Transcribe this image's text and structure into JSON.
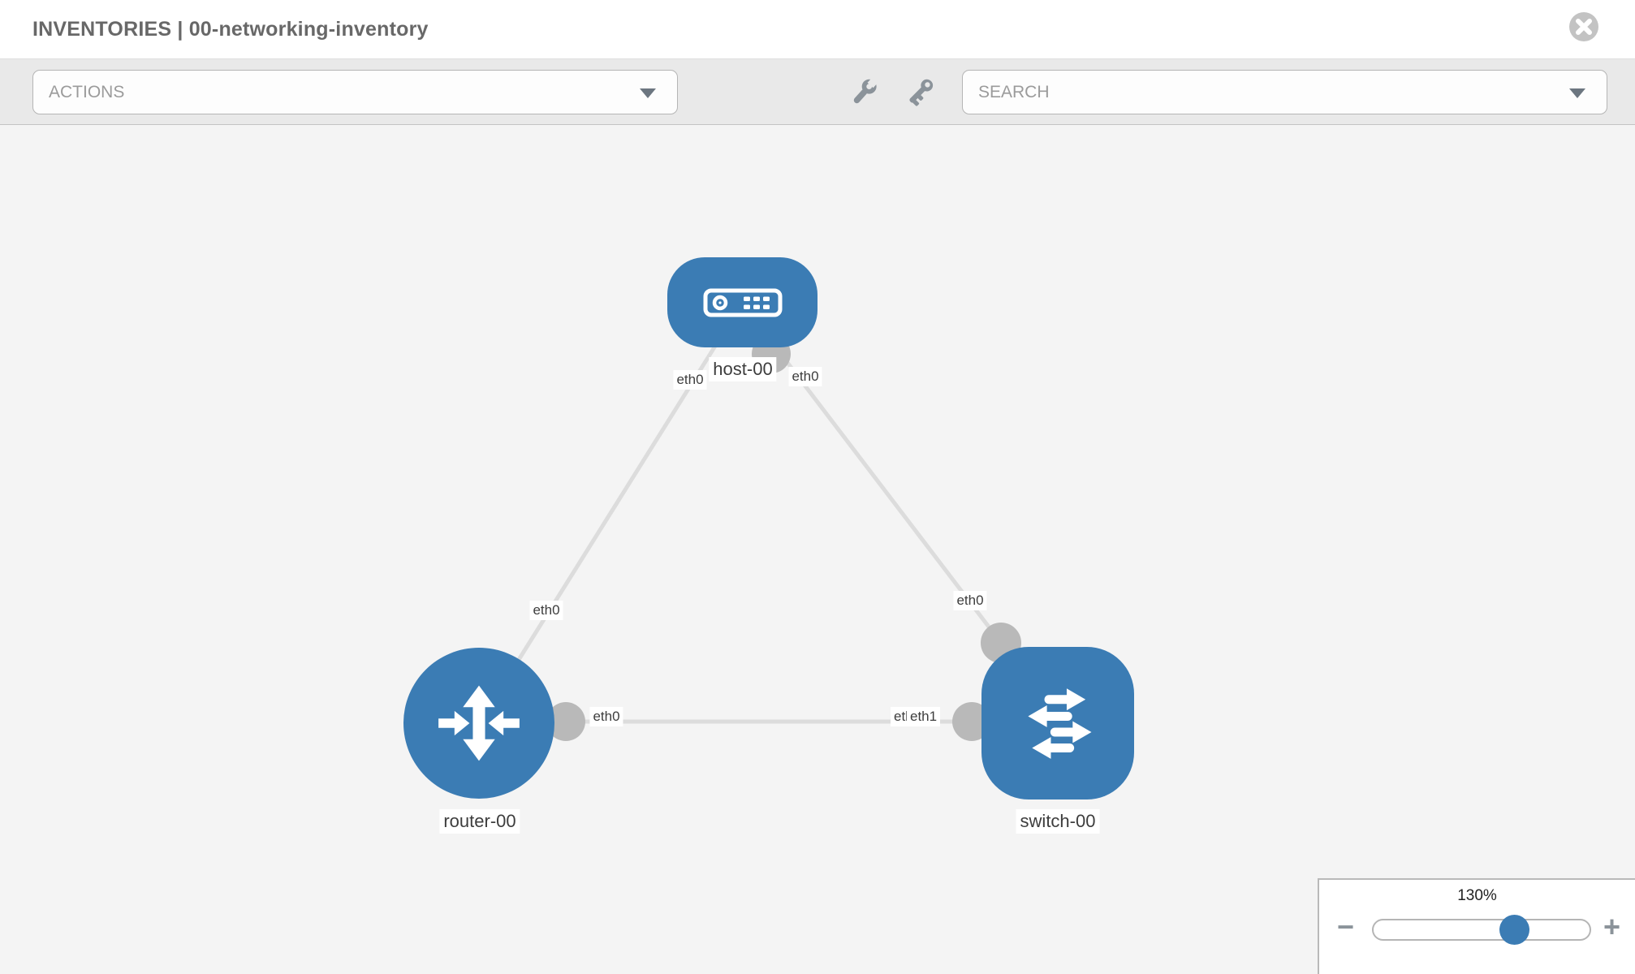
{
  "header": {
    "title": "INVENTORIES | 00-networking-inventory"
  },
  "toolbar": {
    "actions_dropdown": {
      "value": "ACTIONS"
    },
    "search_dropdown": {
      "placeholder": "SEARCH"
    },
    "icons": {
      "left": "wrench-icon",
      "right": "key-icon"
    }
  },
  "topology": {
    "nodes": [
      {
        "label": "host-00",
        "type": "host"
      },
      {
        "label": "router-00",
        "type": "router"
      },
      {
        "label": "switch-00",
        "type": "switch"
      }
    ],
    "links": [
      {
        "source": "host-00",
        "target": "router-00"
      },
      {
        "source": "host-00",
        "target": "switch-00"
      },
      {
        "source": "router-00",
        "target": "switch-00"
      }
    ],
    "interface_labels": [
      "eth0",
      "eth0",
      "eth0",
      "eth0",
      "eth0",
      "eth0",
      "eth1"
    ]
  },
  "zoom_control": {
    "level": "130%",
    "minus_label": "−",
    "plus_label": "+"
  },
  "colors": {
    "node_blue": "#3b7cb4",
    "link_gray": "#dcdcdc",
    "connector_gray": "#b9b9b9",
    "canvas_gray": "#f4f4f4"
  }
}
